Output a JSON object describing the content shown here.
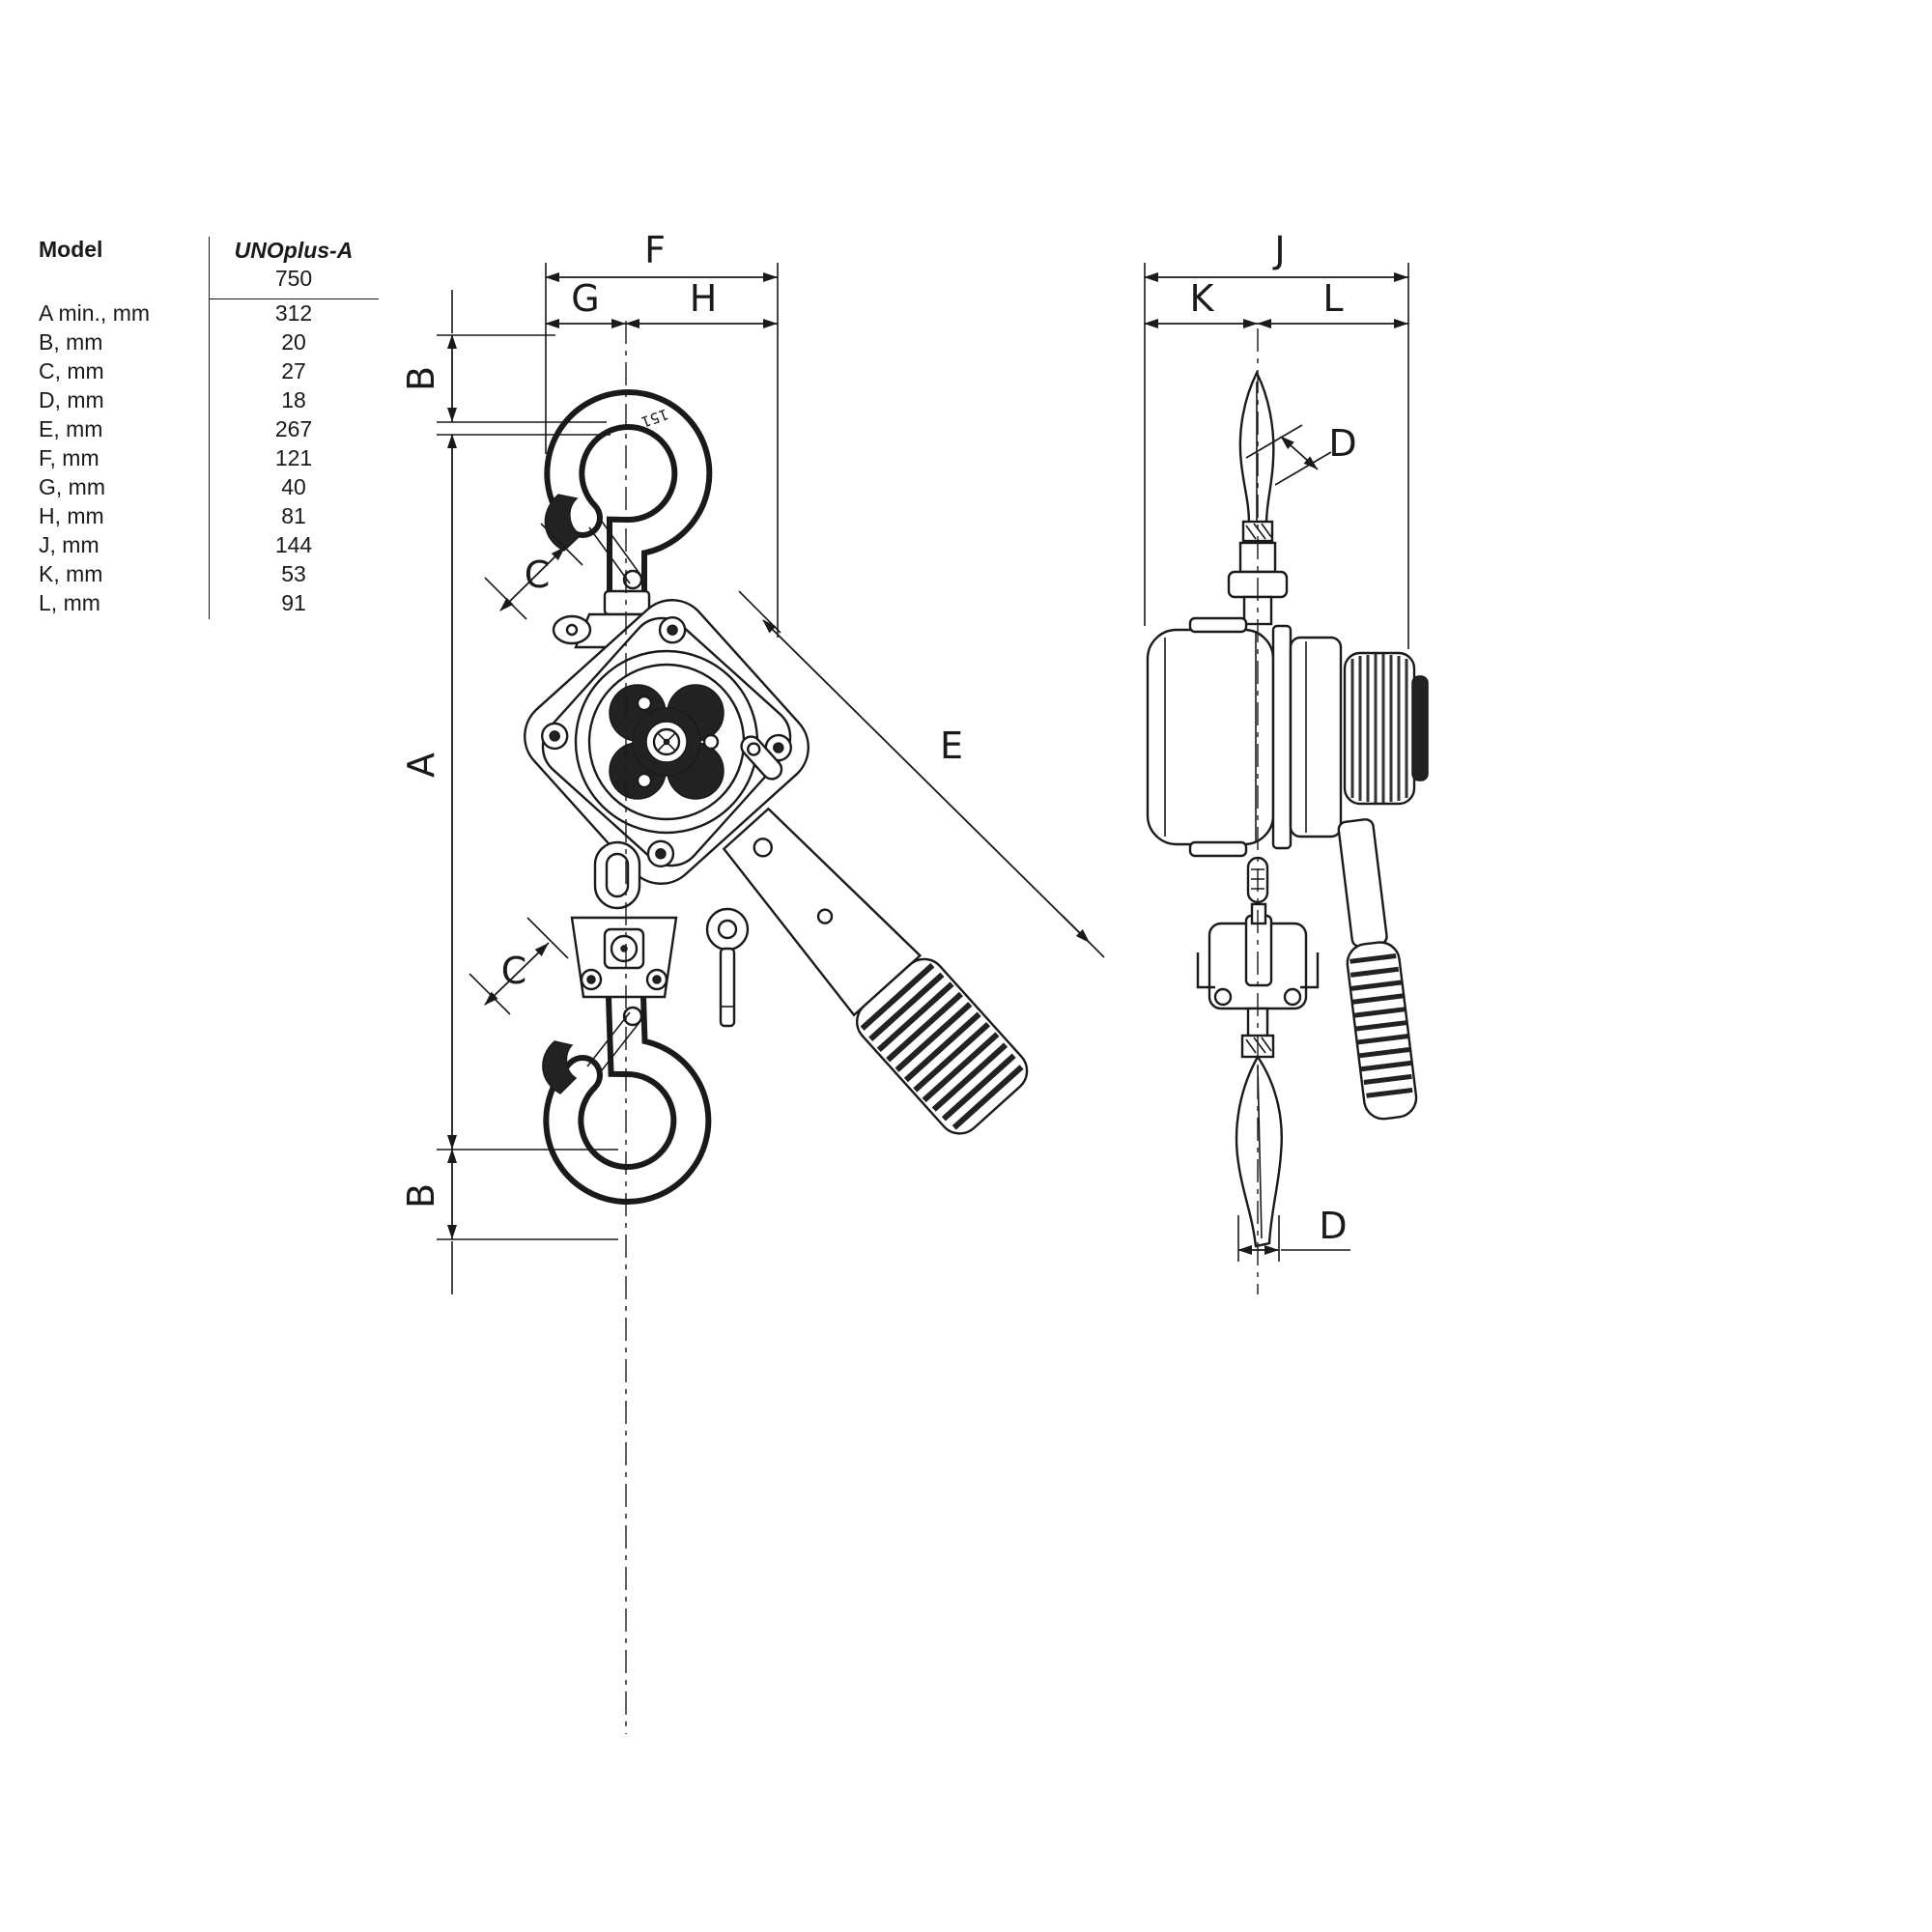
{
  "page": {
    "background_color": "#ffffff",
    "line_color": "#1a1a1a"
  },
  "table": {
    "header_model": "Model",
    "header_value_line1": "UNOplus-A",
    "header_value_line2": "750",
    "rows": [
      {
        "label": "A min., mm",
        "value": "312"
      },
      {
        "label": "B, mm",
        "value": "20"
      },
      {
        "label": "C, mm",
        "value": "27"
      },
      {
        "label": "D, mm",
        "value": "18"
      },
      {
        "label": "E, mm",
        "value": "267"
      },
      {
        "label": "F, mm",
        "value": "121"
      },
      {
        "label": "G, mm",
        "value": "40"
      },
      {
        "label": "H, mm",
        "value": "81"
      },
      {
        "label": "J, mm",
        "value": "144"
      },
      {
        "label": "K, mm",
        "value": "53"
      },
      {
        "label": "L, mm",
        "value": "91"
      }
    ]
  },
  "diagram": {
    "front_view": {
      "dims": {
        "f": "F",
        "g": "G",
        "h": "H",
        "b_top": "B",
        "a": "A",
        "b_bottom": "B",
        "c_top": "C",
        "c_bottom": "C",
        "e": "E"
      },
      "hook_marking": "151"
    },
    "side_view": {
      "dims": {
        "j": "J",
        "k": "K",
        "l": "L",
        "d_top": "D",
        "d_bottom": "D"
      }
    }
  }
}
